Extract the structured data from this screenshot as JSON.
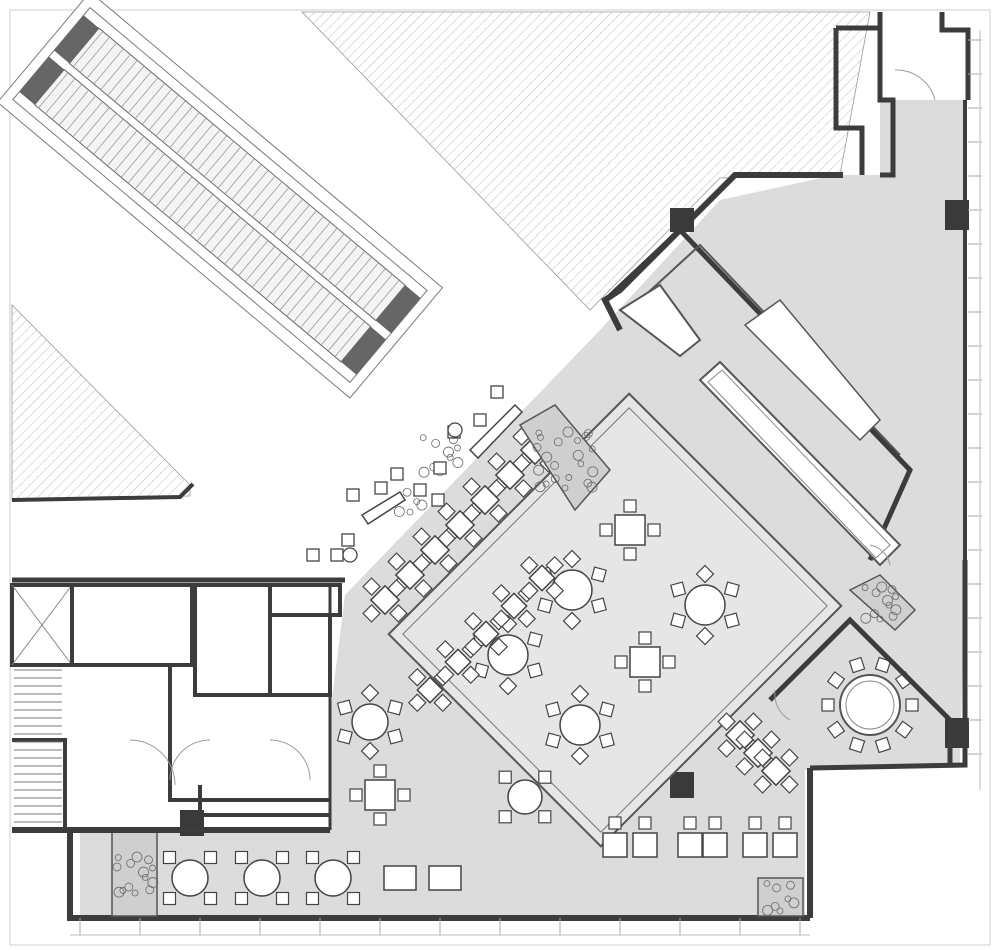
{
  "drawing": {
    "type": "architectural floor plan",
    "colors": {
      "background": "#ffffff",
      "floor": "#dcdcdc",
      "wall": "#3c3c3c",
      "line": "#5a5a5a",
      "hatch": "#b4b4b4",
      "column": "#3a3a3a",
      "planting": "#8a8a8a"
    },
    "elements": [
      "escalator",
      "void-hatch",
      "walls",
      "columns",
      "dining-tables",
      "chairs",
      "round-tables",
      "bar-counter",
      "planters",
      "doors",
      "stair",
      "elevator-shafts",
      "window-mullions"
    ]
  }
}
